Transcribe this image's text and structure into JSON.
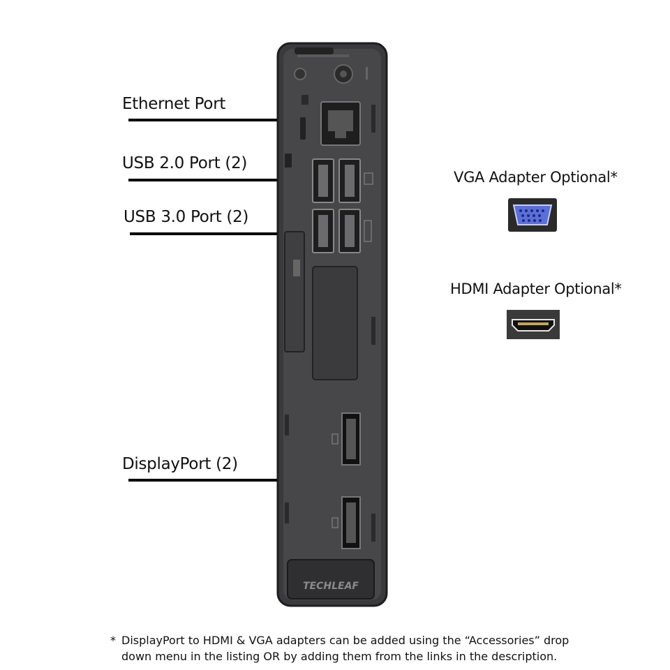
{
  "callouts": {
    "ethernet": "Ethernet Port",
    "usb2": "USB 2.0 Port (2)",
    "usb3": "USB 3.0 Port (2)",
    "displayport": "DisplayPort (2)"
  },
  "adapters": {
    "vga_label": "VGA Adapter Optional*",
    "hdmi_label": "HDMI Adapter Optional*"
  },
  "device": {
    "brand_logo": "TECHLEAF"
  },
  "footnote": {
    "marker": "*",
    "text": "DisplayPort to HDMI & VGA adapters can be added using the “Accessories” drop down menu in the listing OR by adding them from the links in the description."
  },
  "colors": {
    "case": "#3a3a3c",
    "vga_blue": "#5a6fd8",
    "hdmi_black": "#1a1a1a"
  }
}
